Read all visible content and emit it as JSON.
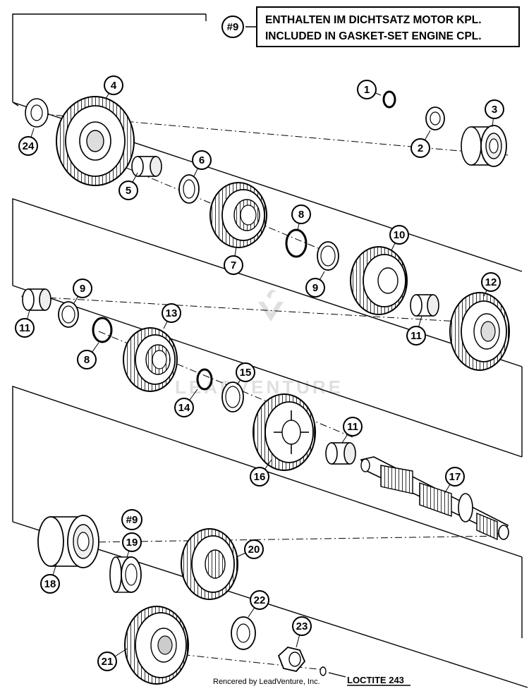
{
  "note": {
    "ref": "#9",
    "line1": "ENTHALTEN IM DICHTSATZ MOTOR KPL.",
    "line2": "INCLUDED IN GASKET-SET ENGINE CPL."
  },
  "watermark": "LEADVENTURE",
  "footer": {
    "credit": "Rencered by LeadVenture, Inc.",
    "loctite": "LOCTITE 243"
  },
  "callouts": {
    "c1": "1",
    "c2": "2",
    "c3": "3",
    "c4": "4",
    "c5": "5",
    "c6": "6",
    "c7": "7",
    "c8a": "8",
    "c8b": "8",
    "c9a": "9",
    "c9b": "9",
    "c10": "10",
    "c11a": "11",
    "c11b": "11",
    "c11c": "11",
    "c12": "12",
    "c13": "13",
    "c14": "14",
    "c15": "15",
    "c16": "16",
    "c17": "17",
    "c18": "18",
    "c19": "19",
    "c19ref": "#9",
    "c20": "20",
    "c21": "21",
    "c22": "22",
    "c23": "23",
    "c24": "24"
  }
}
